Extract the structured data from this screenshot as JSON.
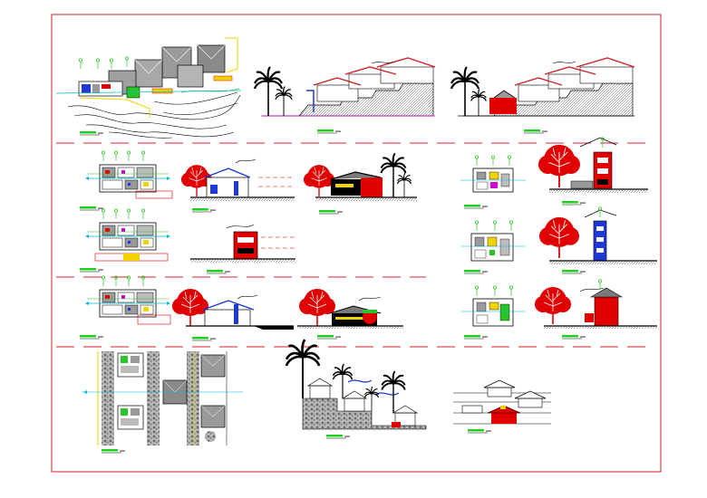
{
  "sheet": {
    "background": "#ffffff",
    "frame_color": "#d0202a",
    "palette": {
      "wall_red": "#e00000",
      "tree_red": "#e00000",
      "line_blue": "#1e3ad6",
      "line_black": "#000000",
      "hatch_gray": "#7a7a7a",
      "fill_gray": "#9a9a9a",
      "level_green": "#28c428",
      "title_green": "#20d020",
      "accent_yellow": "#f2d200",
      "accent_magenta": "#d000d0",
      "cyan_line": "#00b8d8"
    }
  },
  "drawings": [
    {
      "id": "site-plan",
      "kind": "site-plan"
    },
    {
      "id": "site-elevation-a",
      "kind": "terraced-elevation"
    },
    {
      "id": "site-elevation-b",
      "kind": "terraced-elevation"
    },
    {
      "id": "plan-1",
      "kind": "floor-plan"
    },
    {
      "id": "section-1",
      "kind": "section-with-tree"
    },
    {
      "id": "elevation-1",
      "kind": "elevation-with-trees"
    },
    {
      "id": "plan-small-1",
      "kind": "floor-plan"
    },
    {
      "id": "tower-section-1",
      "kind": "tower-section"
    },
    {
      "id": "plan-2",
      "kind": "floor-plan"
    },
    {
      "id": "section-2",
      "kind": "section"
    },
    {
      "id": "plan-small-2",
      "kind": "floor-plan"
    },
    {
      "id": "tower-section-2",
      "kind": "tower-section"
    },
    {
      "id": "plan-3",
      "kind": "floor-plan"
    },
    {
      "id": "section-3",
      "kind": "section-with-tree"
    },
    {
      "id": "elevation-3",
      "kind": "elevation-with-tree"
    },
    {
      "id": "plan-small-3",
      "kind": "floor-plan"
    },
    {
      "id": "tower-elevation-3",
      "kind": "tower-elevation"
    },
    {
      "id": "cluster-plan",
      "kind": "cluster-plan"
    },
    {
      "id": "hillside-elevation",
      "kind": "hillside-elevation"
    },
    {
      "id": "pavilion-elevation",
      "kind": "pavilion-elevation"
    }
  ],
  "icons": [
    "palm-tree-icon",
    "deciduous-tree-icon",
    "level-marker-icon",
    "north-arrow-icon"
  ]
}
